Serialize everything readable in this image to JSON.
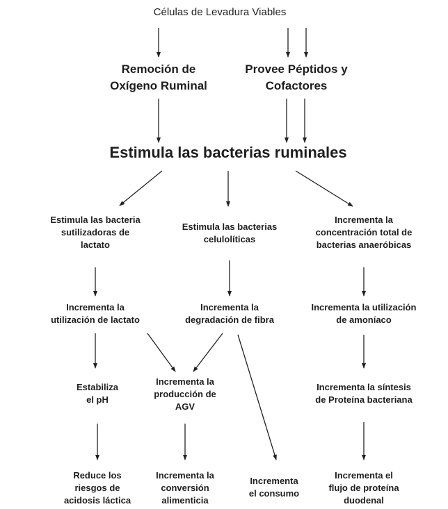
{
  "diagram": {
    "root": "Células de Levadura Viables",
    "level1": {
      "left": [
        "Remoción de",
        "Oxígeno Ruminal"
      ],
      "right": [
        "Provee Péptidos y",
        "Cofactores"
      ]
    },
    "center": "Estimula las bacterias ruminales",
    "level3": {
      "left": [
        "Estimula las bacteria",
        "sutilizadoras de",
        "lactato"
      ],
      "middle": [
        "Estimula las bacterias",
        "celulolíticas"
      ],
      "right": [
        "Incrementa la",
        "concentración total de",
        "bacterias anaeróbicas"
      ]
    },
    "level4": {
      "left": [
        "Incrementa la",
        "utilización de lactato"
      ],
      "middle": [
        "Incrementa la",
        "degradación de fibra"
      ],
      "right": [
        "Incrementa la utilización",
        "de amoníaco"
      ]
    },
    "level5": {
      "left": [
        "Estabiliza",
        "el pH"
      ],
      "middle": [
        "Incrementa la",
        "producción de",
        "AGV"
      ],
      "right": [
        "Incrementa la síntesis",
        "de Proteína bacteriana"
      ]
    },
    "level6": {
      "left": [
        "Reduce los",
        "riesgos de",
        "acidosis láctica"
      ],
      "middle": [
        "Incrementa la",
        "conversión",
        "alimenticia"
      ],
      "consumo": [
        "Incrementa",
        "el consumo"
      ],
      "right": [
        "Incrementa el",
        "flujo de proteína",
        "duodenal"
      ]
    }
  }
}
